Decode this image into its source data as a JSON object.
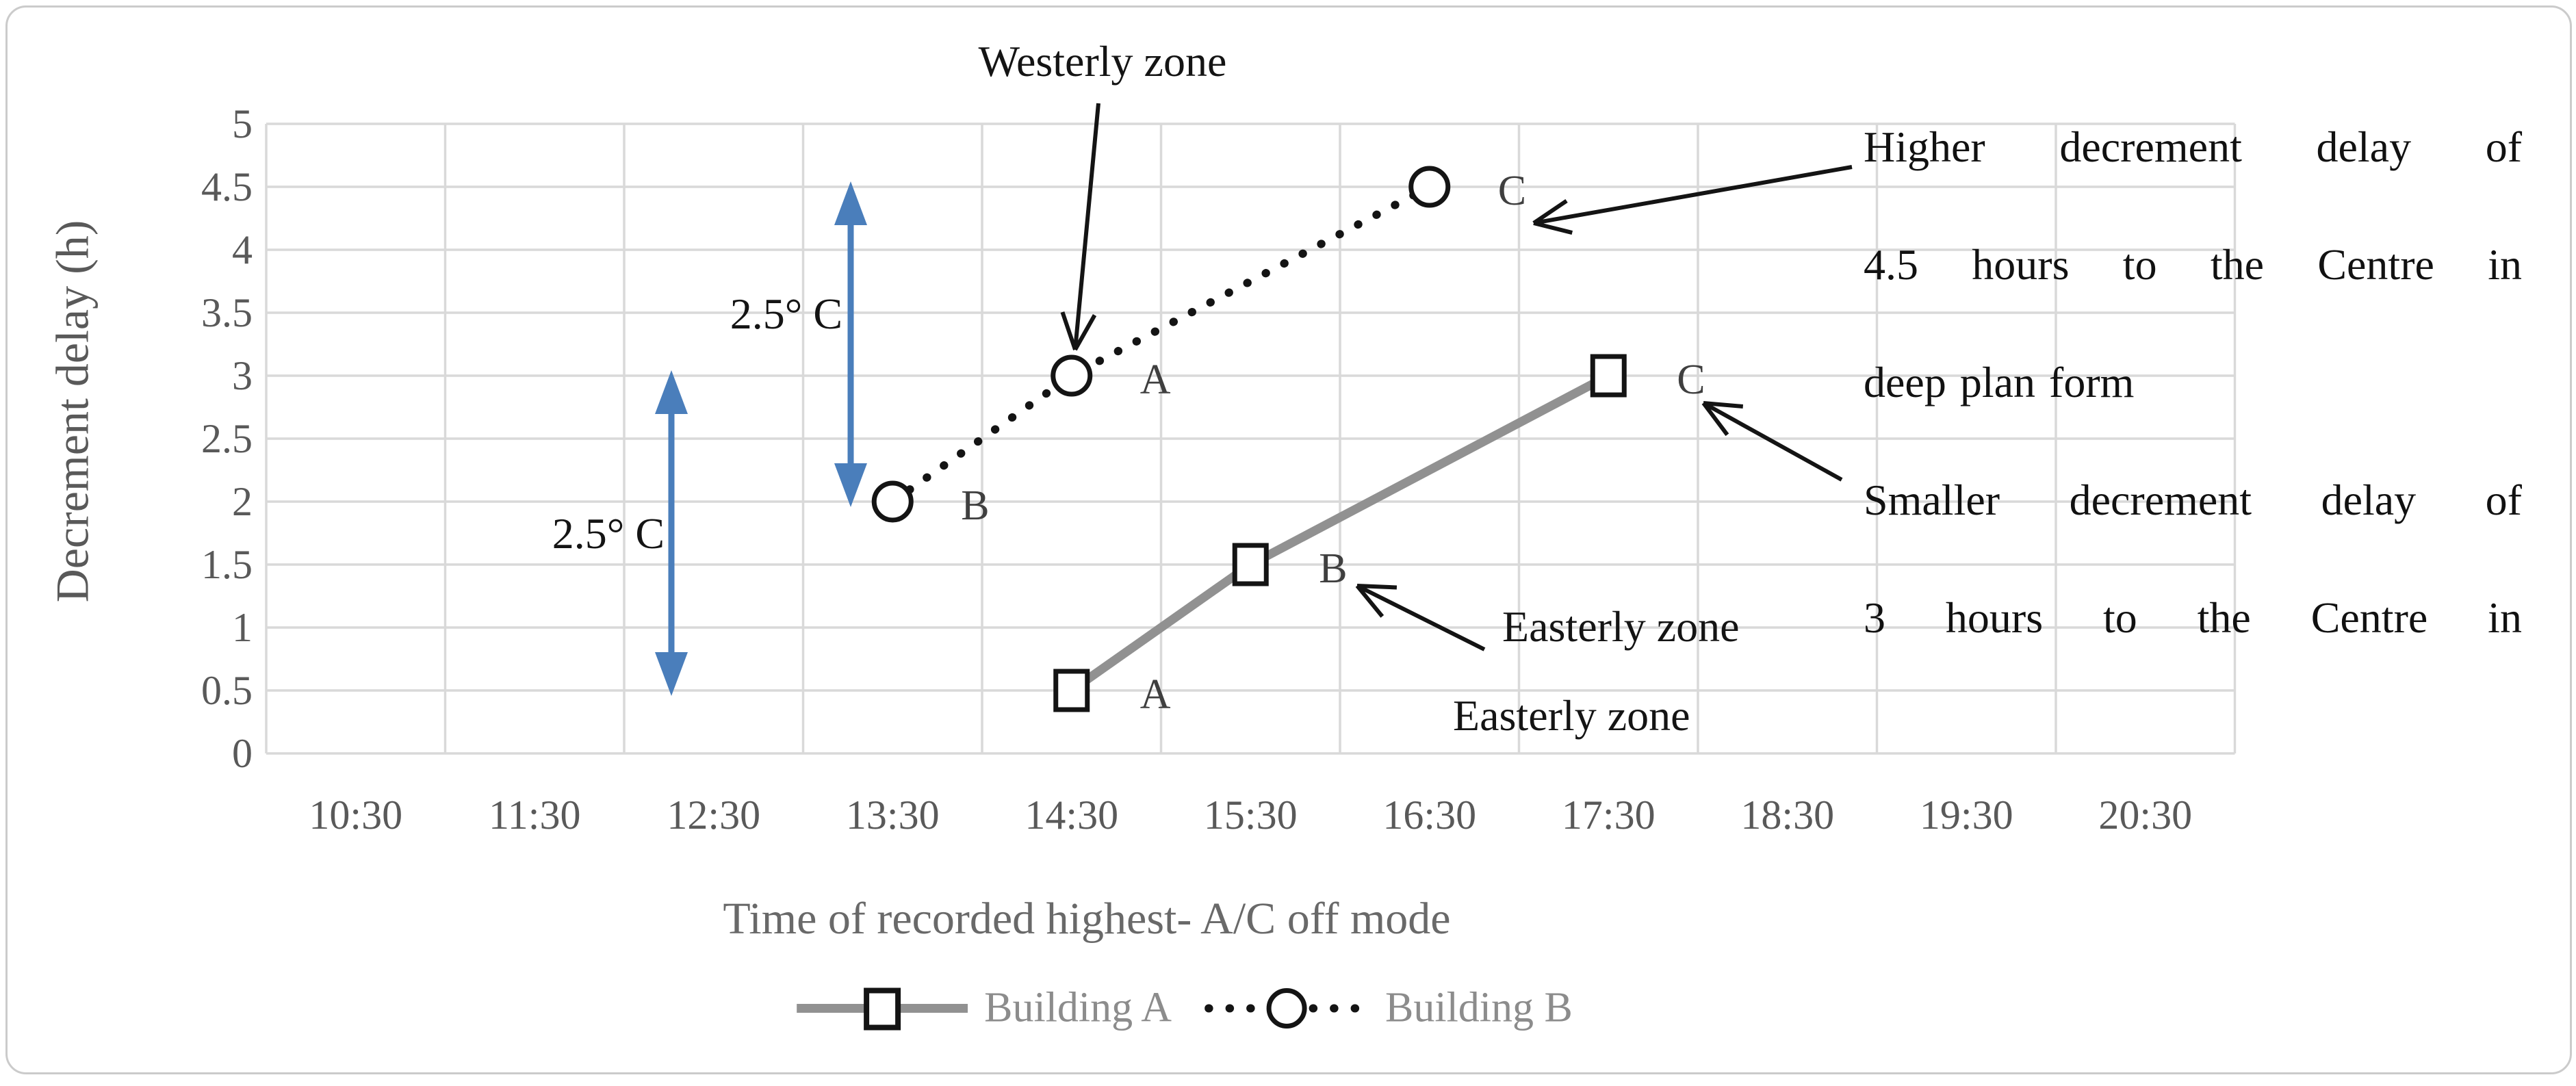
{
  "chart_data": {
    "type": "line",
    "title": "",
    "xlabel": "Time of recorded highest- A/C off mode",
    "ylabel": "Decrement delay (h)",
    "categories": [
      "10:30",
      "11:30",
      "12:30",
      "13:30",
      "14:30",
      "15:30",
      "16:30",
      "17:30",
      "18:30",
      "19:30",
      "20:30"
    ],
    "y_tick_labels": [
      "0",
      "0.5",
      "1",
      "1.5",
      "2",
      "2.5",
      "3",
      "3.5",
      "4",
      "4.5",
      "5"
    ],
    "ylim": [
      0,
      5
    ],
    "grid": "both",
    "legend_position": "bottom-center",
    "series": [
      {
        "name": "Building A",
        "line_style": "solid",
        "line_color": "#919191",
        "marker": "square",
        "marker_fill": "#ffffff",
        "marker_border": "#141414",
        "points": [
          {
            "x": "14:30",
            "y": 0.5,
            "label": "A"
          },
          {
            "x": "15:30",
            "y": 1.5,
            "label": "B"
          },
          {
            "x": "17:30",
            "y": 3,
            "label": "C"
          }
        ]
      },
      {
        "name": "Building B",
        "line_style": "dotted",
        "line_color": "#141414",
        "marker": "circle",
        "marker_fill": "#ffffff",
        "marker_border": "#141414",
        "points": [
          {
            "x": "13:30",
            "y": 2,
            "label": "B"
          },
          {
            "x": "14:30",
            "y": 3,
            "label": "A"
          },
          {
            "x": "16:30",
            "y": 4.5,
            "label": "C"
          }
        ]
      }
    ],
    "annotations": {
      "westerly_zone": "Westerly zone",
      "easterly_zone_1": "Easterly zone",
      "easterly_zone_2": "Easterly zone",
      "delta_label_1": "2.5° C",
      "delta_label_2": "2.5° C",
      "blue_arrows": [
        {
          "from_y": 0.5,
          "to_y": 3,
          "label": "2.5° C"
        },
        {
          "from_y": 2,
          "to_y": 4.5,
          "label": "2.5° C"
        }
      ],
      "note_right_top_lines": [
        "Higher decrement delay of",
        "4.5 hours to the Centre in",
        "deep plan form"
      ],
      "note_right_bottom_lines": [
        "Smaller decrement delay of",
        "3 hours to the Centre in"
      ]
    },
    "colors": {
      "grid": "#d9d9d9",
      "axis_text": "#595959",
      "legend_text": "#8c8c8c",
      "series_a_line": "#919191",
      "series_b_line": "#141414",
      "annotation_arrow": "#141414",
      "blue_arrow": "#4a7ebb",
      "point_label_text": "#3f3f3f"
    }
  }
}
